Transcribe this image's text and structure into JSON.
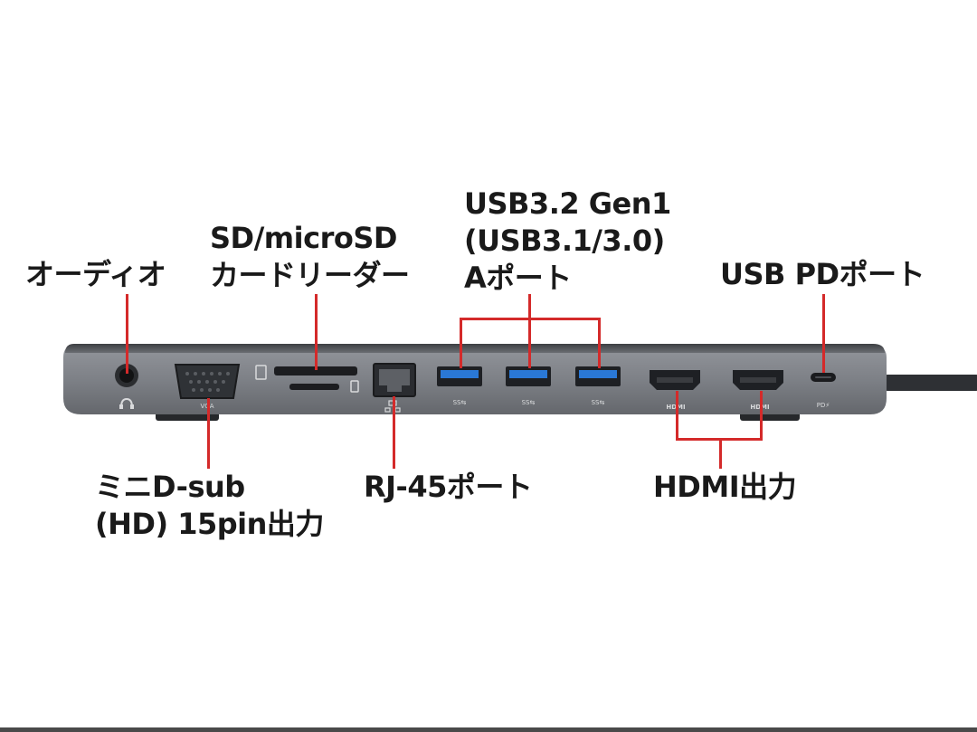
{
  "colors": {
    "callout_line": "#d42a2a",
    "label_text": "#1a1a1a",
    "hub_body": "#7c7f85",
    "usb3_blue": "#2a78d6"
  },
  "labels": {
    "audio": {
      "line1": "オーディオ"
    },
    "card_reader": {
      "line1": "SD/microSD",
      "line2": "カードリーダー"
    },
    "usb_a": {
      "line1": "USB3.2 Gen1",
      "line2": "(USB3.1/3.0)",
      "line3": "Aポート"
    },
    "usb_pd": {
      "line1": "USB PDポート"
    },
    "vga": {
      "line1": "ミニD-sub",
      "line2": "(HD) 15pin出力"
    },
    "rj45": {
      "line1": "RJ-45ポート"
    },
    "hdmi": {
      "line1": "HDMI出力"
    }
  },
  "port_markings": {
    "vga": "VGA",
    "usb1": "SS⇆",
    "usb2": "SS⇆",
    "usb3": "SS⇆",
    "hdmi1": "HDMI",
    "hdmi2": "HDMI",
    "pd": "PD⚡"
  },
  "icons": {
    "audio": "headphone-icon",
    "ethernet": "network-icon",
    "card": "sd-card-icon"
  }
}
